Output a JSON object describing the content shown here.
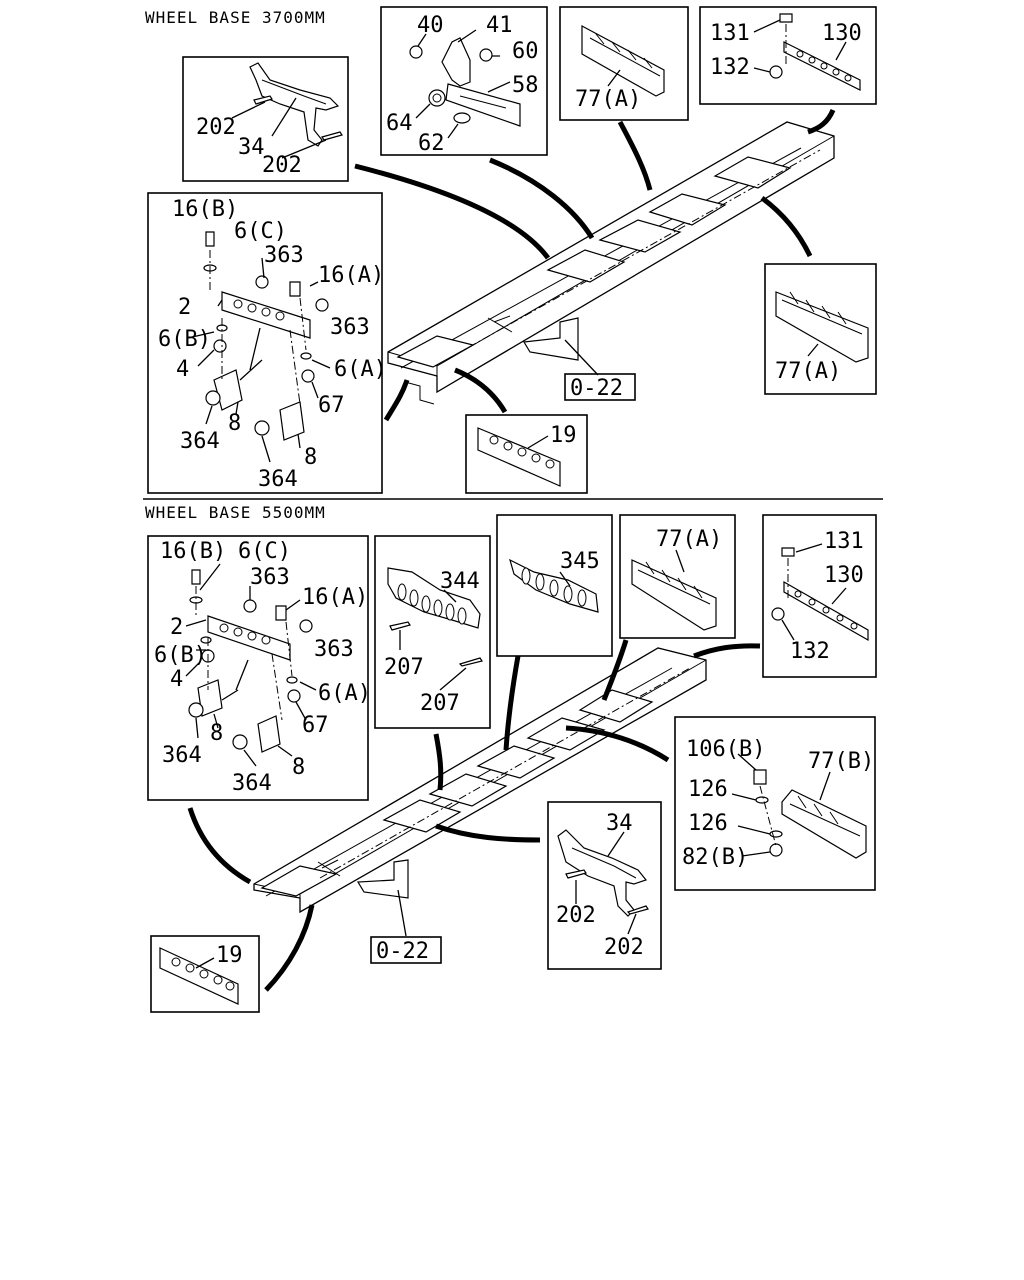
{
  "sections": [
    {
      "header": "WHEEL BASE 3700MM"
    },
    {
      "header": "WHEEL BASE 5500MM"
    }
  ],
  "labels": {
    "s1": {
      "c202a": "202",
      "c34": "34",
      "c202b": "202",
      "b40": "40",
      "b41": "41",
      "b60": "60",
      "b58": "58",
      "b64": "64",
      "b62": "62",
      "m77a_top": "77(A)",
      "r131": "131",
      "r130": "130",
      "r132": "132",
      "l16b": "16(B)",
      "l6c": "6(C)",
      "l363a": "363",
      "l16a": "16(A)",
      "l2": "2",
      "l363b": "363",
      "l6b": "6(B)",
      "l4": "4",
      "l6a": "6(A)",
      "l67": "67",
      "l364a": "364",
      "l8a": "8",
      "l8b": "8",
      "l364b": "364",
      "m77a_side": "77(A)",
      "ref": "0-22",
      "c19": "19"
    },
    "s2": {
      "l16b": "16(B)",
      "l6c": "6(C)",
      "l363a": "363",
      "l16a": "16(A)",
      "l2": "2",
      "l363b": "363",
      "l6b": "6(B)",
      "l4": "4",
      "l6a": "6(A)",
      "l67": "67",
      "l8a": "8",
      "l364a": "364",
      "l8b": "8",
      "l364b": "364",
      "c344": "344",
      "c207a": "207",
      "c207b": "207",
      "c345": "345",
      "m77a": "77(A)",
      "r131": "131",
      "r130": "130",
      "r132": "132",
      "b106b": "106(B)",
      "b126a": "126",
      "b126b": "126",
      "b82b": "82(B)",
      "m77b": "77(B)",
      "c34": "34",
      "c202a": "202",
      "c202b": "202",
      "ref": "0-22",
      "c19": "19"
    }
  }
}
